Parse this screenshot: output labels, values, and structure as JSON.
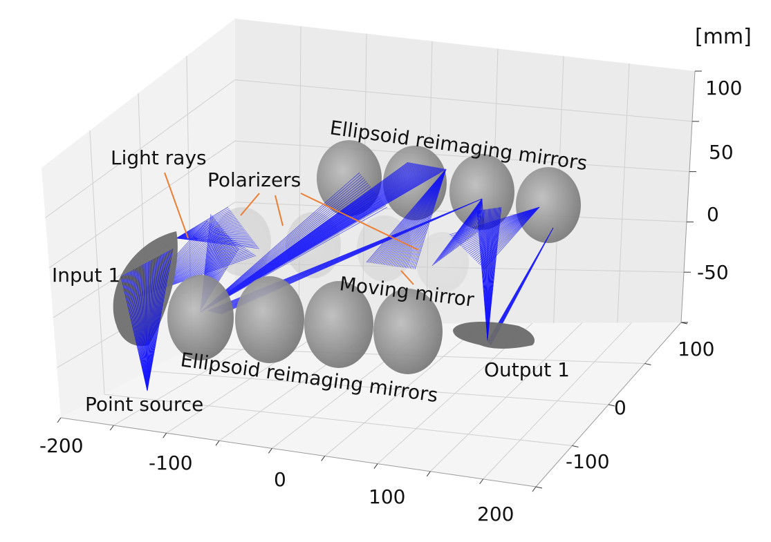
{
  "units": "[mm]",
  "axes": {
    "x_ticks": [
      "-200",
      "-100",
      "0",
      "100",
      "200"
    ],
    "y_ticks": [
      "100",
      "0",
      "-100"
    ],
    "z_ticks": [
      "100",
      "50",
      "0",
      "-50"
    ],
    "grid": true,
    "pane_color": "#f2f2f2",
    "grid_color": "#cfcfcf"
  },
  "annotations": {
    "light_rays": "Light rays",
    "polarizers": "Polarizers",
    "ellipsoid_top": "Ellipsoid reimaging mirrors",
    "ellipsoid_bottom": "Ellipsoid reimaging mirrors",
    "input_1": "Input 1",
    "moving_mirror": "Moving mirror",
    "output_1": "Output 1",
    "point_source": "Point source"
  },
  "colors": {
    "rays": "#0000ff",
    "leader_lines": "#ed7d31",
    "mirror": "#7f7f7f",
    "polarizer": "#c8c8c8"
  }
}
